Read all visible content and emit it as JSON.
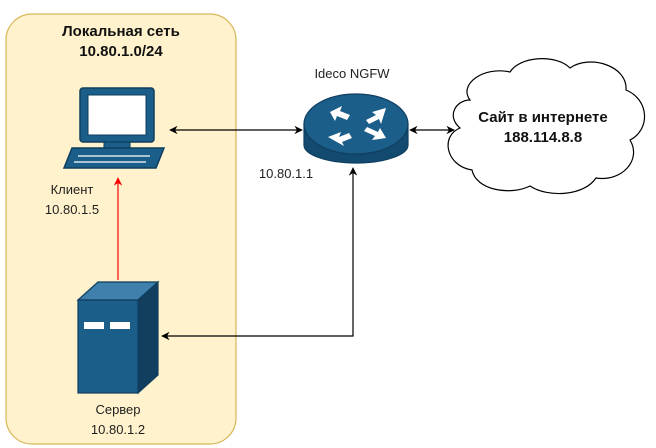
{
  "local_network": {
    "title": "Локальная сеть",
    "subnet": "10.80.1.0/24"
  },
  "gateway": {
    "name": "Ideco NGFW",
    "ip": "10.80.1.1",
    "icon": "router-icon"
  },
  "client": {
    "name": "Клиент",
    "ip": "10.80.1.5",
    "icon": "desktop-computer-icon"
  },
  "server": {
    "name": "Сервер",
    "ip": "10.80.1.2",
    "icon": "server-tower-icon"
  },
  "internet_site": {
    "name": "Сайт в интернете",
    "ip": "188.114.8.8",
    "icon": "cloud-icon"
  },
  "colors": {
    "zone_fill": "#fff2cc",
    "zone_stroke": "#d6b656",
    "device_blue": "#1b5e89",
    "device_dark": "#0f3e5e",
    "link_black": "#000000",
    "link_red": "#ff0000"
  }
}
